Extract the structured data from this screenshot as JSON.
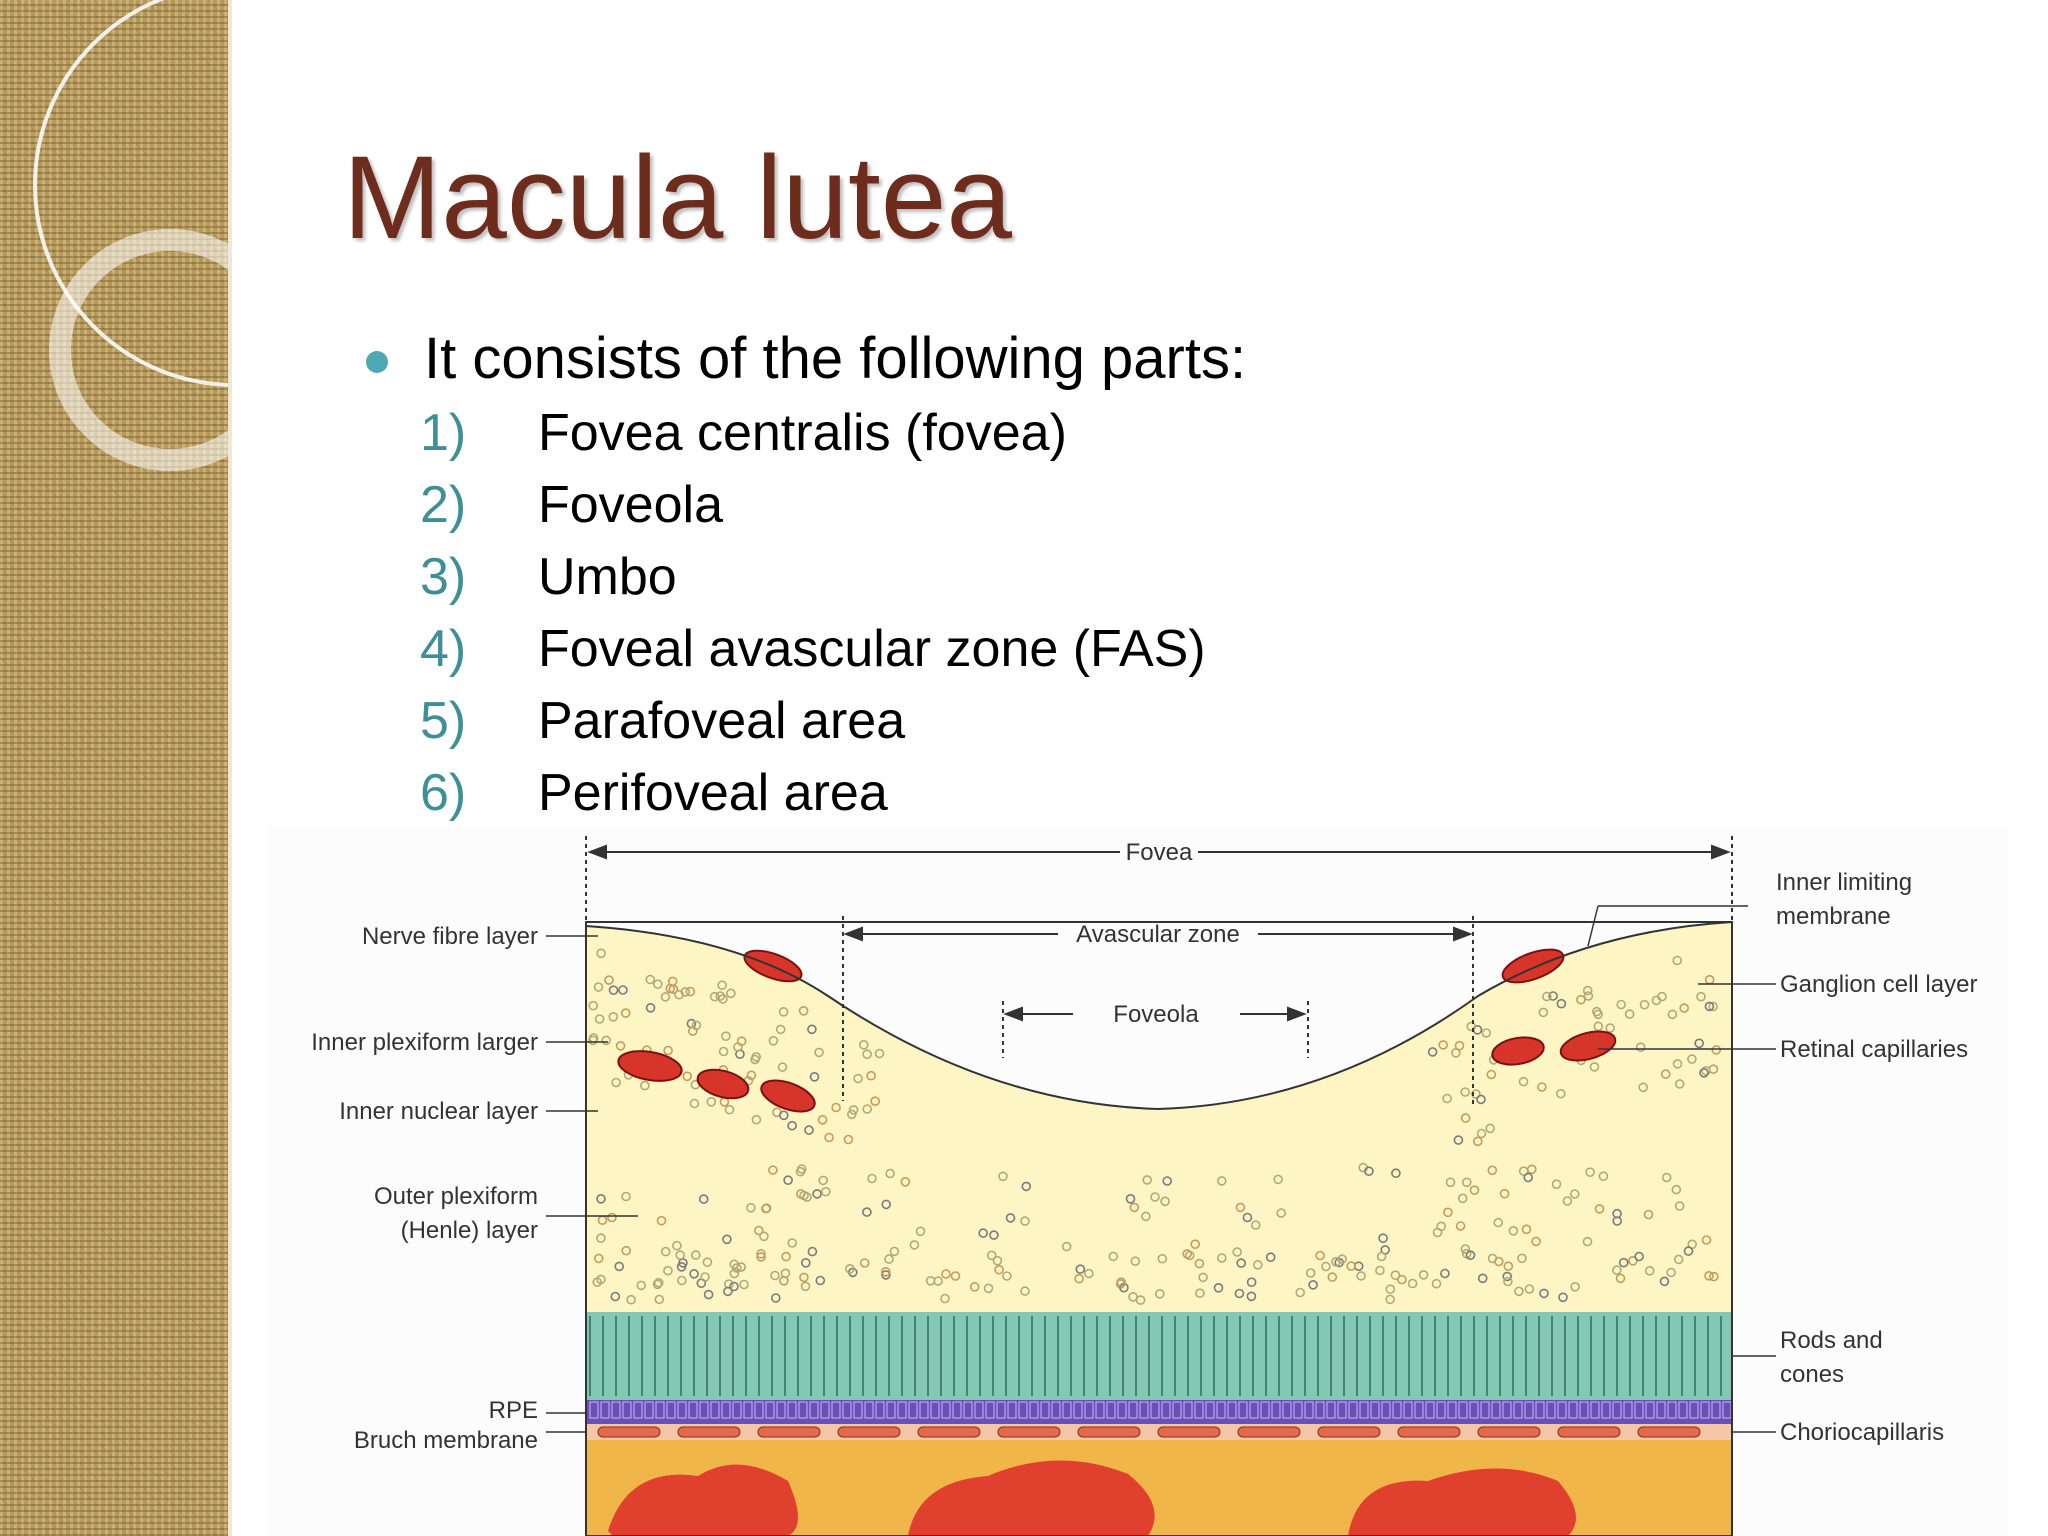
{
  "slide": {
    "title": "Macula lutea",
    "bullet": "It consists of the following parts:",
    "list": [
      {
        "num": "1)",
        "text": "Fovea centralis (fovea)"
      },
      {
        "num": "2)",
        "text": "Foveola"
      },
      {
        "num": "3)",
        "text": "Umbo"
      },
      {
        "num": "4)",
        "text": "Foveal avascular zone (FAS)"
      },
      {
        "num": "5)",
        "text": "Parafoveal area"
      },
      {
        "num": "6)",
        "text": "Perifoveal area"
      }
    ]
  },
  "diagram": {
    "labels": {
      "fovea": "Fovea",
      "avascular_zone": "Avascular zone",
      "foveola": "Foveola",
      "nerve_fibre_layer": "Nerve fibre layer",
      "inner_plexiform_1": "Inner plexiform larger",
      "inner_nuclear_layer": "Inner nuclear layer",
      "outer_plexiform_1": "Outer plexiform",
      "outer_plexiform_2": "(Henle) layer",
      "rpe": "RPE",
      "bruch_membrane": "Bruch membrane",
      "inner_limiting_1": "Inner limiting",
      "inner_limiting_2": "membrane",
      "ganglion_cell_layer": "Ganglion cell layer",
      "retinal_capillaries": "Retinal capillaries",
      "rods_cones_1": "Rods and",
      "rods_cones_2": "cones",
      "choriocapillaris": "Choriocapillaris"
    }
  },
  "colors": {
    "title": "#6e2c1d",
    "accent": "#4ea8b2",
    "retina_fill": "#fdf6c4",
    "photoreceptor": "#7ec9b4",
    "rpe": "#6a4fb4",
    "choroid": "#e9a83a",
    "vessel": "#d63a2a"
  }
}
